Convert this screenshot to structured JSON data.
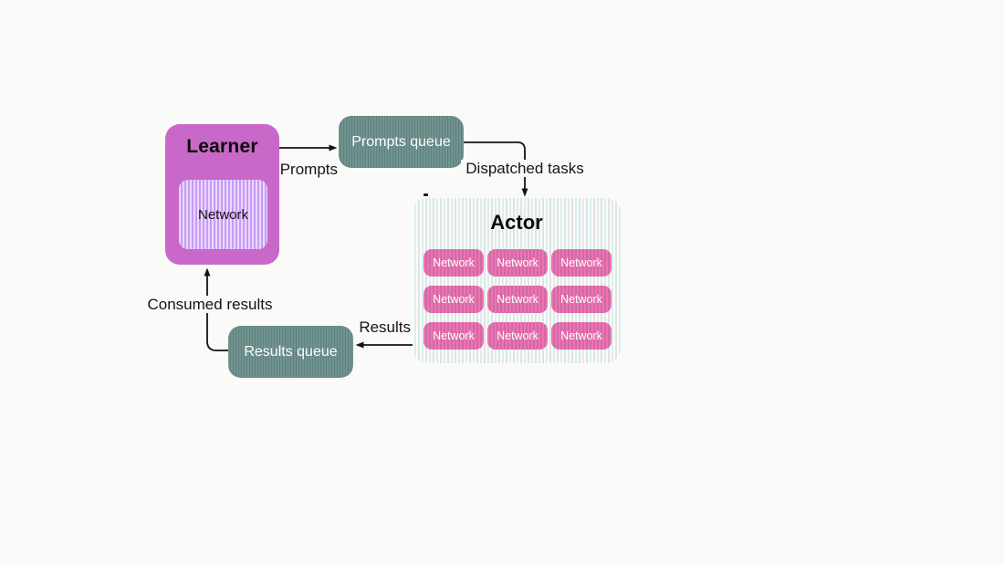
{
  "colors": {
    "background": "#fafaf9",
    "learner_fill": "#c868c8",
    "queue_fill": "#6e918e",
    "queue_stripe": "#5d827f",
    "network_pink": "#f072b3",
    "network_pink_stripe": "#cf6ba4",
    "inner_lavender": "#ead7fe",
    "inner_lavender_stripe": "#c89bf7",
    "actor_stripe_cyan": "#d6eff1",
    "actor_stripe_gray": "#e2e2e1",
    "arrow": "#141414"
  },
  "learner": {
    "title": "Learner",
    "network_label": "Network"
  },
  "prompts_queue": {
    "label": "Prompts queue"
  },
  "actor": {
    "title": "Actor",
    "networks": [
      "Network",
      "Network",
      "Network",
      "Network",
      "Network",
      "Network",
      "Network",
      "Network",
      "Network"
    ]
  },
  "results_queue": {
    "label": "Results queue"
  },
  "edges": {
    "prompts": "Prompts",
    "dispatched": "Dispatched tasks",
    "results": "Results",
    "consumed": "Consumed results"
  }
}
